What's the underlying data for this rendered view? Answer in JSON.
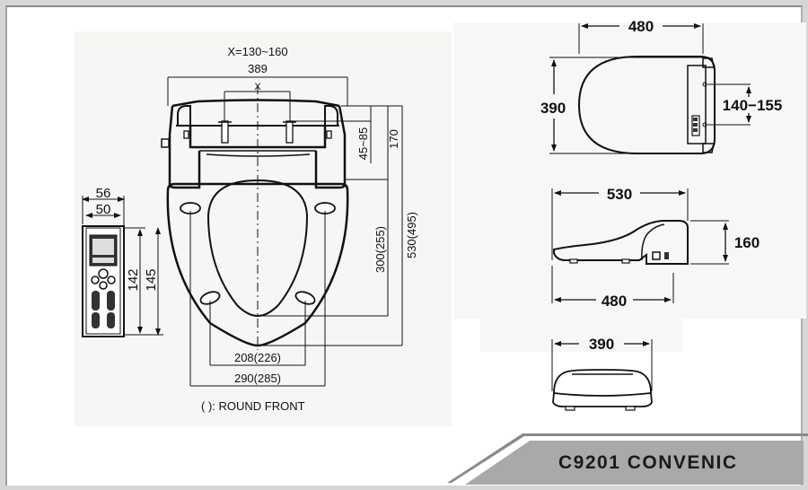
{
  "title": "C9201 CONVENIC",
  "note": "( ): ROUND FRONT",
  "colors": {
    "background": "#d6d6d8",
    "frame": "#ffffff",
    "title_band": "#a9a9ab",
    "line": "#111111"
  },
  "top_view": {
    "x_range_label": "X=130~160",
    "width_label": "389",
    "x_label": "X",
    "bolt_offset_label": "45~85",
    "rear_depth_label": "170",
    "opening_length_label": "300(255)",
    "total_length_label": "530(495)",
    "front_hole_span_label": "208(226)",
    "rear_hole_span_label": "290(285)"
  },
  "remote": {
    "outer_width_label": "56",
    "inner_width_label": "50",
    "inner_height_label": "142",
    "outer_height_label": "145"
  },
  "plan_view": {
    "length_label": "480",
    "width_label": "390",
    "bolt_spacing_label": "140−155"
  },
  "side_view": {
    "overall_length_label": "530",
    "seat_length_label": "480",
    "height_label": "160"
  },
  "front_view": {
    "width_label": "390"
  }
}
